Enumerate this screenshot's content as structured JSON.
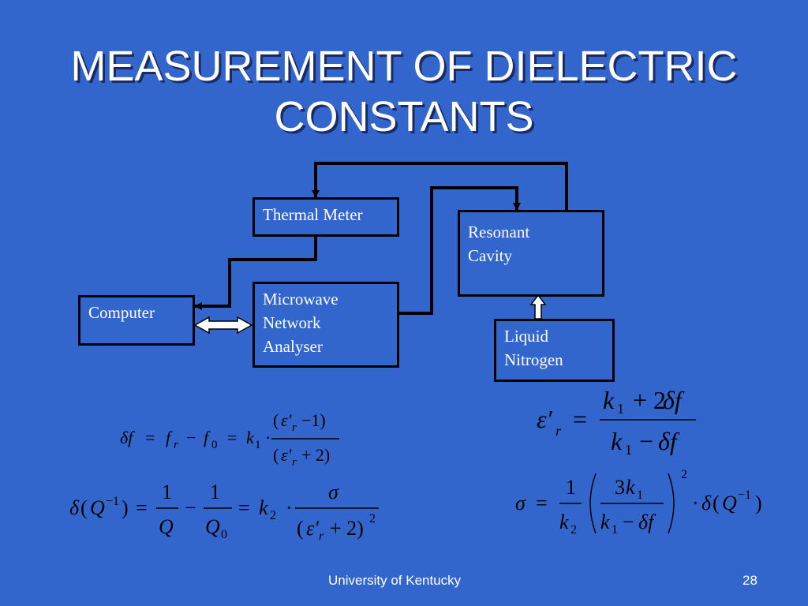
{
  "slide": {
    "title_line1": "MEASUREMENT OF DIELECTRIC",
    "title_line2": "CONSTANTS"
  },
  "diagram": {
    "thermal_meter": "Thermal Meter",
    "resonant_line1": "Resonant",
    "resonant_line2": "Cavity",
    "computer": "Computer",
    "analyser_line1": "Microwave",
    "analyser_line2": "Network",
    "analyser_line3": "Analyser",
    "nitrogen_line1": "Liquid",
    "nitrogen_line2": "Nitrogen"
  },
  "footer": {
    "institution": "University of Kentucky",
    "page_number": "28"
  },
  "colors": {
    "background": "#3366cc",
    "text": "#ffffff",
    "lines": "#000000"
  }
}
